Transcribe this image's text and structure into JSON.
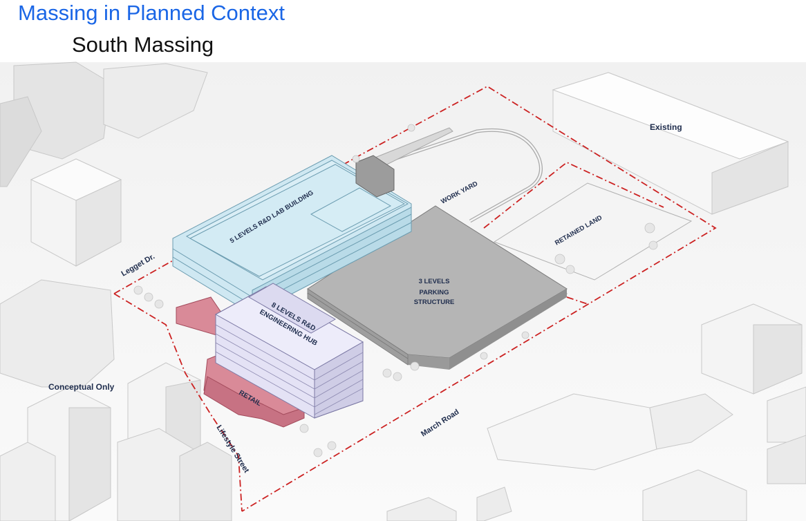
{
  "header": {
    "title": "Massing in Planned Context",
    "subtitle": "South Massing"
  },
  "labels": {
    "existing": "Existing",
    "work_yard": "WORK YARD",
    "retained_land": "RETAINED LAND",
    "lab_building": "5 LEVELS R&D LAB BUILDING",
    "parking_1": "3 LEVELS",
    "parking_2": "PARKING",
    "parking_3": "STRUCTURE",
    "hub_1": "8 LEVELS R&D",
    "hub_2": "ENGINEERING HUB",
    "retail": "RETAIL",
    "leggett": "Legget Dr.",
    "conceptual": "Conceptual Only",
    "lifestyle": "Lifestyle Street",
    "march": "March Road"
  },
  "colors": {
    "title": "#1a66e6",
    "subtitle": "#111111",
    "lab": "#cfe8f2",
    "hub": "#dcdaf0",
    "retail": "#d98a98",
    "parking": "#b3b3b3",
    "boundary": "#cc2222",
    "context": "#f3f3f3"
  }
}
